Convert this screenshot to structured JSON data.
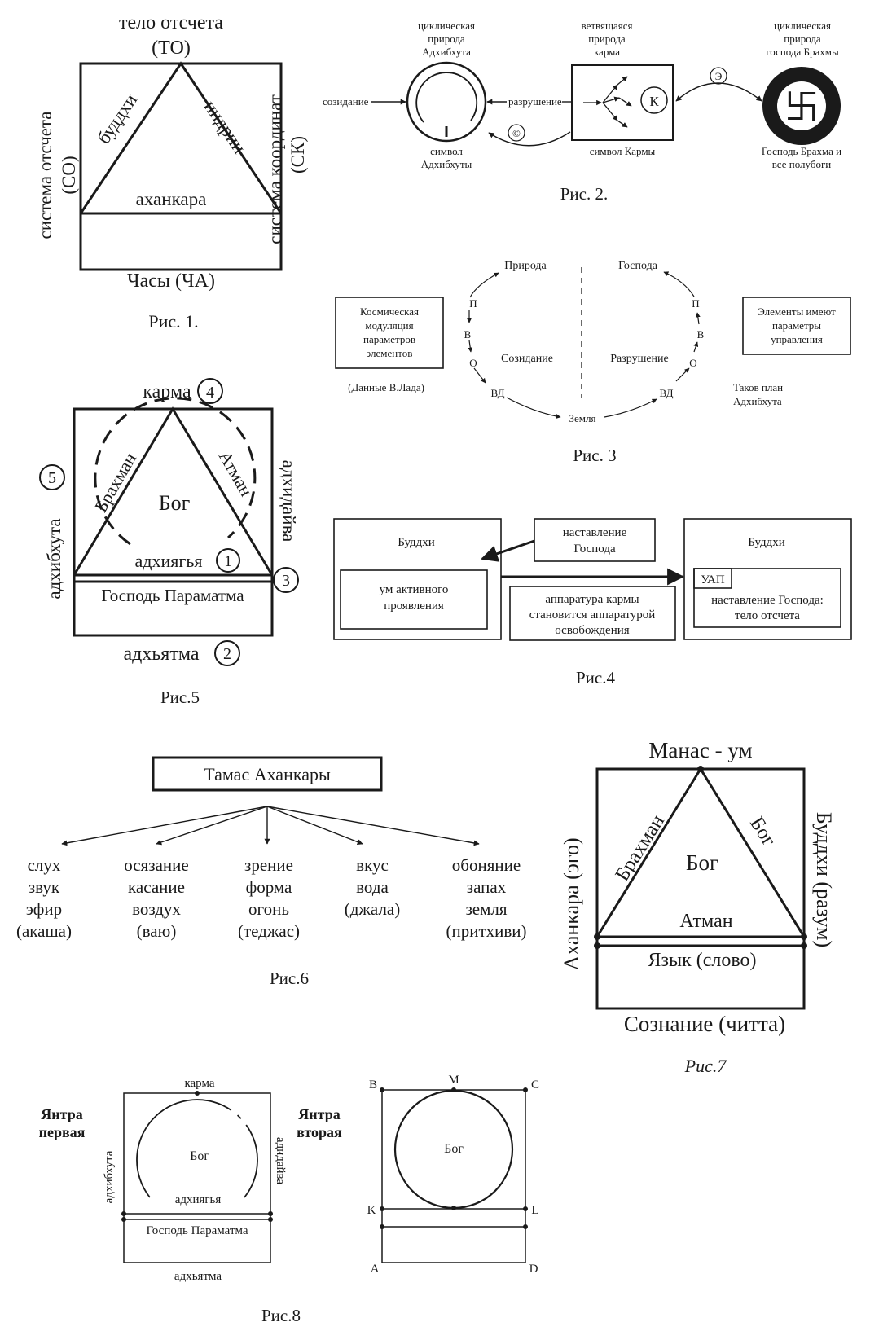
{
  "fig1": {
    "caption": "Рис. 1.",
    "top1": "тело отсчета",
    "top2": "(ТО)",
    "bottom": "Часы (ЧА)",
    "left1": "система отсчета",
    "left2": "(СО)",
    "right1": "система координат",
    "right2": "(СК)",
    "tri_left": "буддхи",
    "tri_right": "индрии",
    "base": "аханкара"
  },
  "fig2": {
    "caption": "Рис. 2.",
    "top_left": [
      "циклическая",
      "природа",
      "Адхибхута"
    ],
    "top_mid": [
      "ветвящаяся",
      "природа",
      "карма"
    ],
    "top_right": [
      "циклическая",
      "природа",
      "господа Брахмы"
    ],
    "creation": "созидание",
    "destruction": "разрушение",
    "bottom_left": [
      "символ",
      "Адхибхуты"
    ],
    "bottom_mid": "символ Кармы",
    "bottom_right": [
      "Господь Брахма и",
      "все полубоги"
    ],
    "k_letter": "К",
    "c_letter": "©",
    "e_letter": "Э",
    "swastika": "卐"
  },
  "fig3": {
    "caption": "Рис. 3",
    "box_left": [
      "Космическая",
      "модуляция",
      "параметров",
      "элементов"
    ],
    "data_note": "(Данные В.Лада)",
    "box_right": [
      "Элементы имеют",
      "параметры",
      "управления"
    ],
    "plan": [
      "Таков план",
      "Адхибхута"
    ],
    "nature": "Природа",
    "lords": "Господа",
    "creation": "Созидание",
    "destruction": "Разрушение",
    "earth": "Земля",
    "l_p": "П",
    "l_v": "В",
    "l_o": "О",
    "l_vd": "ВД",
    "r_p": "П",
    "r_v": "В",
    "r_o": "О",
    "r_vd": "ВД"
  },
  "fig4": {
    "caption": "Рис.4",
    "left_title": "Буддхи",
    "left_inner": [
      "ум активного",
      "проявления"
    ],
    "instruction": [
      "наставление",
      "Господа"
    ],
    "middle": [
      "аппаратура кармы",
      "становится аппаратурой",
      "освобождения"
    ],
    "right_title": "Буддхи",
    "uap": "УАП",
    "right_inner": [
      "наставление Господа:",
      "тело отсчета"
    ]
  },
  "fig5": {
    "caption": "Рис.5",
    "karma": "карма",
    "n4": "4",
    "adhibhuta": "адхибхута",
    "n5": "5",
    "brahman": "Брахман",
    "atman": "Атман",
    "god": "Бог",
    "adhiyagya": "адхиягья",
    "n1": "1",
    "adhidaiva": "адхидайва",
    "n3": "3",
    "paramatma": "Господь Параматма",
    "adhyatma": "адхьятма",
    "n2": "2"
  },
  "fig6": {
    "caption": "Рис.6",
    "title": "Тамас Аханкары",
    "columns": [
      [
        "слух",
        "звук",
        "эфир",
        "(акаша)"
      ],
      [
        "осязание",
        "касание",
        "воздух",
        "(ваю)"
      ],
      [
        "зрение",
        "форма",
        "огонь",
        "(теджас)"
      ],
      [
        "вкус",
        "вода",
        "(джала)"
      ],
      [
        "обоняние",
        "запах",
        "земля",
        "(притхиви)"
      ]
    ]
  },
  "fig7": {
    "caption": "Рис.7",
    "top": "Манас - ум",
    "left": "Аханкара (эго)",
    "right": "Буддхи (разум)",
    "brahman": "Брахман",
    "god_side": "Бог",
    "god": "Бог",
    "atman": "Атман",
    "lang": "Язык (слово)",
    "bottom": "Сознание (читта)"
  },
  "fig8": {
    "caption": "Рис.8",
    "yantra1": [
      "Янтра",
      "первая"
    ],
    "yantra2": [
      "Янтра",
      "вторая"
    ],
    "karma": "карма",
    "god1": "Бог",
    "adhiyagya": "адхиягья",
    "paramatma": "Господь Параматма",
    "adhyatma": "адхьятма",
    "adhibhuta": "адхибхута",
    "adhidaiva": "адидайва",
    "god2": "Бог",
    "B": "B",
    "M": "M",
    "C": "C",
    "K": "K",
    "L": "L",
    "A": "A",
    "D": "D"
  }
}
